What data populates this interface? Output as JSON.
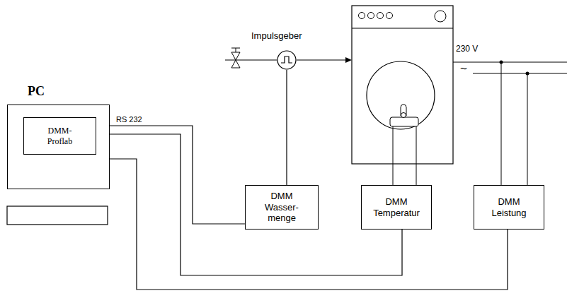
{
  "diagram": {
    "nodes": [
      {
        "text": [
          "PC"
        ]
      },
      {
        "text": [
          "DMM-Proflab"
        ],
        "in": 0
      },
      {
        "text": [
          "Impulsgeber"
        ]
      },
      {
        "text": [
          "DMM",
          "Wasser- menge"
        ]
      },
      {
        "text": [
          "DMM",
          "Temperatur"
        ]
      },
      {
        "text": [
          "DMM",
          "Leistung"
        ]
      }
    ],
    "edges": [
      {
        "from": 0,
        "to": 3,
        "arrow": "none"
      },
      {
        "from": 0,
        "to": 4,
        "arrow": "none"
      },
      {
        "from": 0,
        "to": 5,
        "arrow": "none"
      },
      {
        "from": 2,
        "to": 3,
        "arrow": "none"
      }
    ],
    "labels": [
      "RS 232",
      "230 V",
      "~"
    ]
  }
}
